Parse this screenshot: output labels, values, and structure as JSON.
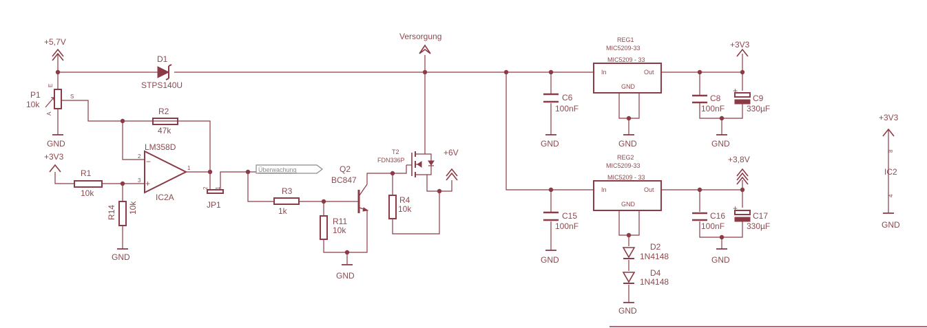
{
  "supplies": {
    "v57": "+5,7V",
    "v33_top": "+3V3",
    "v33_left": "+3V3",
    "v33_right": "+3V3",
    "v38": "+3,8V",
    "v6": "+6V",
    "versorgung": "Versorgung"
  },
  "ground_label": "GND",
  "net_label": "Überwachung",
  "parts": {
    "d1": {
      "name": "D1",
      "value": "STPS140U"
    },
    "p1": {
      "name": "P1",
      "value": "10k",
      "pin_a": "A",
      "pin_e": "E",
      "pin_s": "S"
    },
    "r2": {
      "name": "R2",
      "value": "47k"
    },
    "ic2a": {
      "type": "LM358D",
      "name": "IC2A",
      "pin1": "1",
      "pin2": "2",
      "pin3": "3",
      "minus": "−",
      "plus": "+"
    },
    "r1": {
      "name": "R1",
      "value": "10k"
    },
    "r14": {
      "name": "R14",
      "value": "10k"
    },
    "jp1": {
      "name": "JP1",
      "pin1": "1",
      "pin2": "2"
    },
    "r3": {
      "name": "R3",
      "value": "1k"
    },
    "q2": {
      "name": "Q2",
      "value": "BC847"
    },
    "r11": {
      "name": "R11",
      "value": "10k"
    },
    "t2": {
      "name": "T2",
      "value": "FDN336P"
    },
    "r4": {
      "name": "R4",
      "value": "10k"
    },
    "c6": {
      "name": "C6",
      "value": "100nF"
    },
    "c15": {
      "name": "C15",
      "value": "100nF"
    },
    "reg1": {
      "name": "REG1",
      "value": "MIC5209-33",
      "body": "MIC5209 - 33",
      "in": "In",
      "out": "Out",
      "gnd": "GND"
    },
    "reg2": {
      "name": "REG2",
      "value": "MIC5209-33",
      "body": "MIC5209 - 33",
      "in": "In",
      "out": "Out",
      "gnd": "GND"
    },
    "c8": {
      "name": "C8",
      "value": "100nF"
    },
    "c9": {
      "name": "C9",
      "value": "330µF",
      "pol": "+"
    },
    "c16": {
      "name": "C16",
      "value": "100nF"
    },
    "c17": {
      "name": "C17",
      "value": "330µF",
      "pol": "+"
    },
    "d2": {
      "name": "D2",
      "value": "1N4148"
    },
    "d4": {
      "name": "D4",
      "value": "1N4148"
    },
    "ic2": {
      "name": "IC2",
      "pin8": "8",
      "pin4": "4"
    }
  },
  "colors": {
    "wire": "#8c3a45",
    "text": "#8c4a4f",
    "net_label": "#8a8a8a"
  }
}
